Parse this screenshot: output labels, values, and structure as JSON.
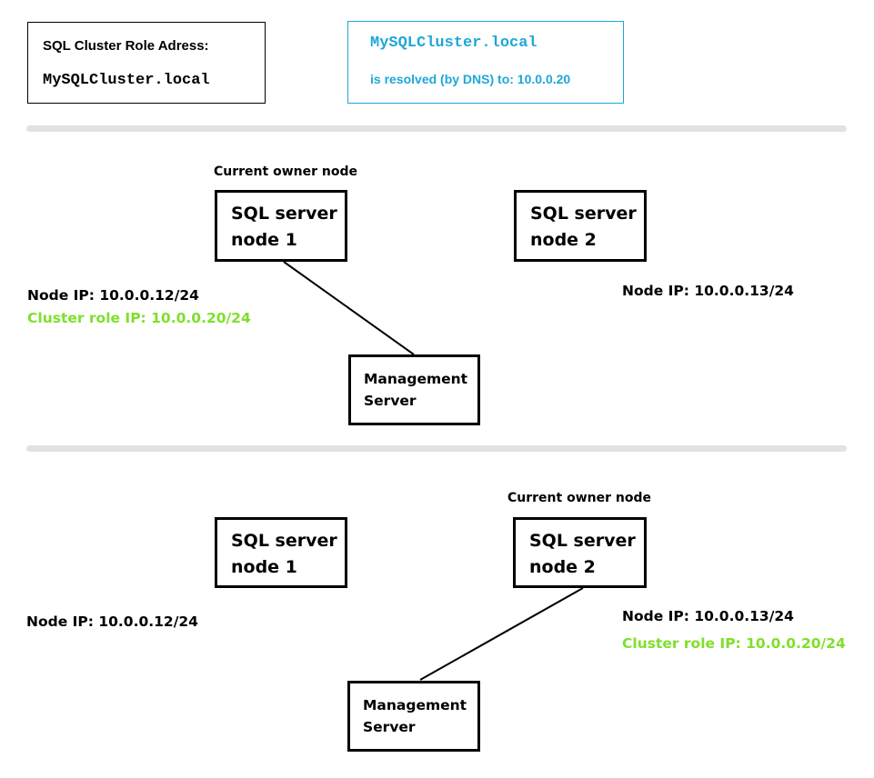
{
  "address_box": {
    "label": "SQL Cluster Role Adress:",
    "value": "MySQLCluster.local"
  },
  "dns_box": {
    "hostname": "MySQLCluster.local",
    "resolution": "is resolved (by DNS) to: 10.0.0.20"
  },
  "scenario_1": {
    "owner_caption": "Current owner node",
    "node1": {
      "label": "SQL server node 1",
      "node_ip": "Node IP: 10.0.0.12/24",
      "cluster_ip": "Cluster role IP: 10.0.0.20/24"
    },
    "node2": {
      "label": "SQL server node 2",
      "node_ip": "Node IP: 10.0.0.13/24"
    },
    "management": {
      "label": "Management Server"
    }
  },
  "scenario_2": {
    "owner_caption": "Current owner node",
    "node1": {
      "label": "SQL server node 1",
      "node_ip": "Node IP: 10.0.0.12/24"
    },
    "node2": {
      "label": "SQL server node 2",
      "node_ip": "Node IP: 10.0.0.13/24",
      "cluster_ip": "Cluster role IP: 10.0.0.20/24"
    },
    "management": {
      "label": "Management Server"
    }
  },
  "colors": {
    "dns_accent": "#1ea7d8",
    "cluster_ip": "#7fe02b",
    "separator": "#e2e2e2"
  }
}
